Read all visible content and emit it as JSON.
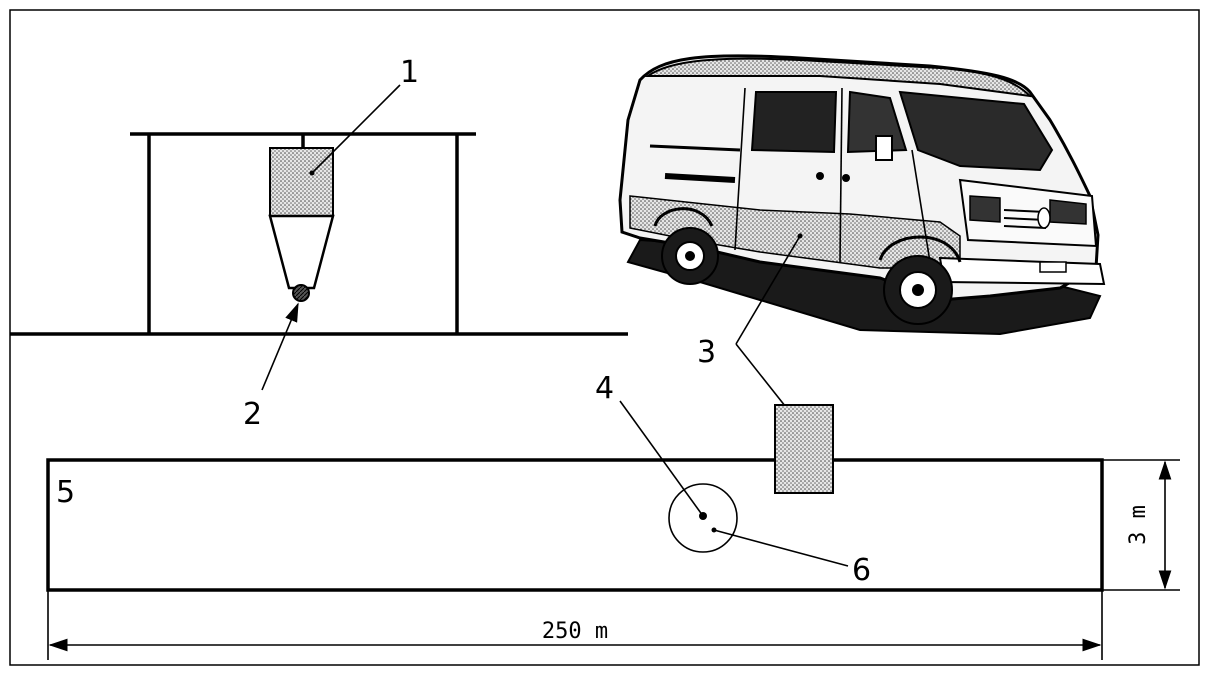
{
  "callouts": {
    "c1": "1",
    "c2": "2",
    "c3": "3",
    "c4": "4",
    "c5": "5",
    "c6": "6"
  },
  "dimensions": {
    "length": "250 m",
    "width": "3 m"
  },
  "icons": {
    "vehicle": "van-icon"
  }
}
